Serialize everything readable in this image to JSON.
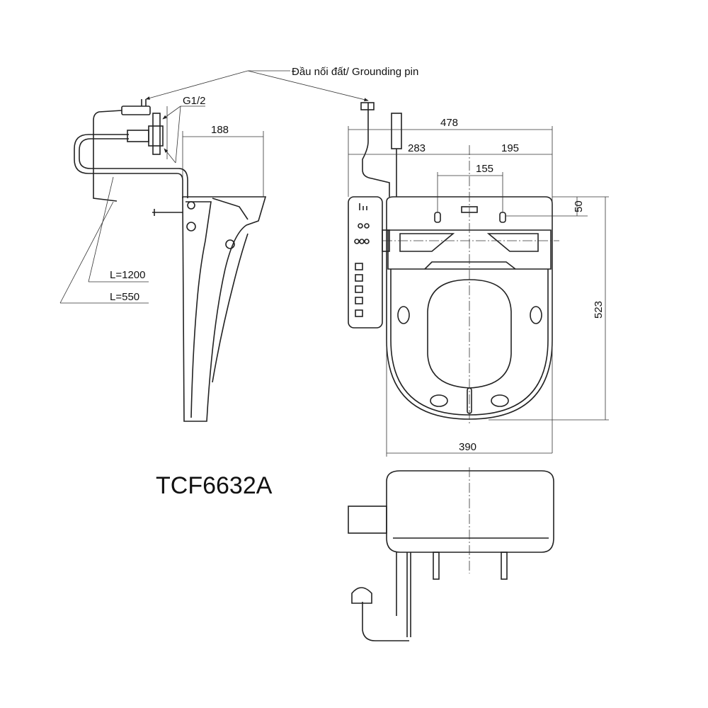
{
  "labels": {
    "grounding_pin": "Đầu nối đất/ Grounding pin",
    "thread": "G1/2",
    "hose_long": "L=1200",
    "hose_short": "L=550",
    "model": "TCF6632A"
  },
  "dimensions": {
    "side_depth": "188",
    "total_width": "478",
    "left_offset": "283",
    "right_offset": "195",
    "bolt_spacing": "155",
    "bolt_depth": "50",
    "seat_length": "523",
    "seat_width": "390"
  }
}
